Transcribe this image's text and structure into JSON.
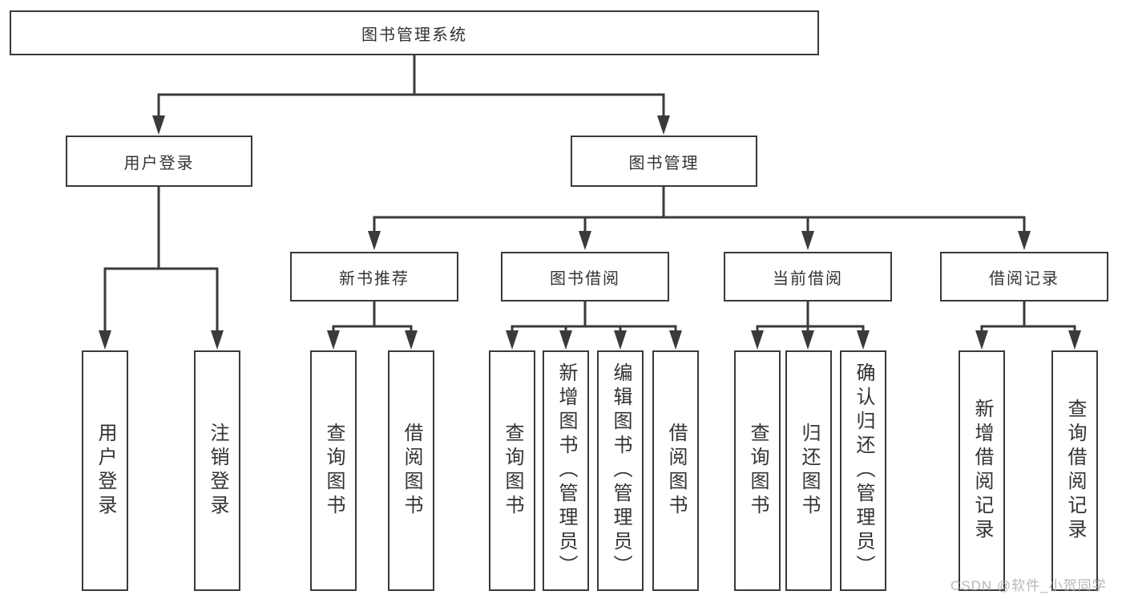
{
  "diagram": {
    "root": {
      "label": "图书管理系统"
    },
    "level2": [
      {
        "id": "user-login",
        "label": "用户登录"
      },
      {
        "id": "book-management",
        "label": "图书管理"
      }
    ],
    "level3": [
      {
        "id": "new-book-recommendation",
        "label": "新书推荐",
        "parent": "图书管理"
      },
      {
        "id": "book-borrowing",
        "label": "图书借阅",
        "parent": "图书管理"
      },
      {
        "id": "current-borrowing",
        "label": "当前借阅",
        "parent": "图书管理"
      },
      {
        "id": "borrowing-records",
        "label": "借阅记录",
        "parent": "图书管理"
      }
    ],
    "leaves": [
      {
        "label": "用户登录",
        "parent": "用户登录"
      },
      {
        "label": "注销登录",
        "parent": "用户登录"
      },
      {
        "label": "查询图书",
        "parent": "新书推荐"
      },
      {
        "label": "借阅图书",
        "parent": "新书推荐"
      },
      {
        "label": "查询图书",
        "parent": "图书借阅"
      },
      {
        "label": "新增图书（管理员）",
        "parent": "图书借阅"
      },
      {
        "label": "编辑图书（管理员）",
        "parent": "图书借阅"
      },
      {
        "label": "借阅图书",
        "parent": "图书借阅"
      },
      {
        "label": "查询图书",
        "parent": "当前借阅"
      },
      {
        "label": "归还图书",
        "parent": "当前借阅"
      },
      {
        "label": "确认归还（管理员）",
        "parent": "当前借阅"
      },
      {
        "label": "新增借阅记录",
        "parent": "借阅记录"
      },
      {
        "label": "查询借阅记录",
        "parent": "借阅记录"
      }
    ]
  },
  "watermark": "CSDN @软件_小贺同学",
  "colors": {
    "line": "#3a3a3a",
    "text": "#333333",
    "watermark": "#ababab",
    "background": "#ffffff"
  }
}
